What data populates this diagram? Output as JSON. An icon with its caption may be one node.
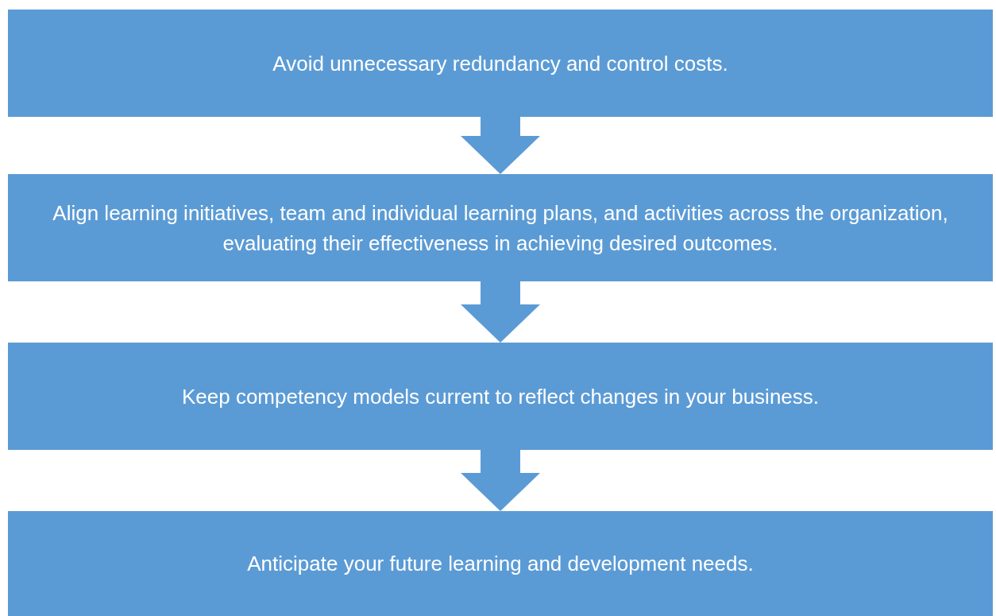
{
  "diagram": {
    "nodes": [
      {
        "text": [
          "Avoid unnecessary redundancy and control costs."
        ]
      },
      {
        "text": [
          "Align learning initiatives, team and individual learning plans, and activities across the organization, evaluating their effectiveness in achieving desired outcomes."
        ]
      },
      {
        "text": [
          "Keep competency models current to reflect changes in your business."
        ]
      },
      {
        "text": [
          "Anticipate your future learning and development needs."
        ]
      }
    ],
    "edges": [
      {
        "from": 0,
        "to": 1,
        "arrow": "to"
      },
      {
        "from": 1,
        "to": 2,
        "arrow": "to"
      },
      {
        "from": 2,
        "to": 3,
        "arrow": "to"
      }
    ]
  }
}
